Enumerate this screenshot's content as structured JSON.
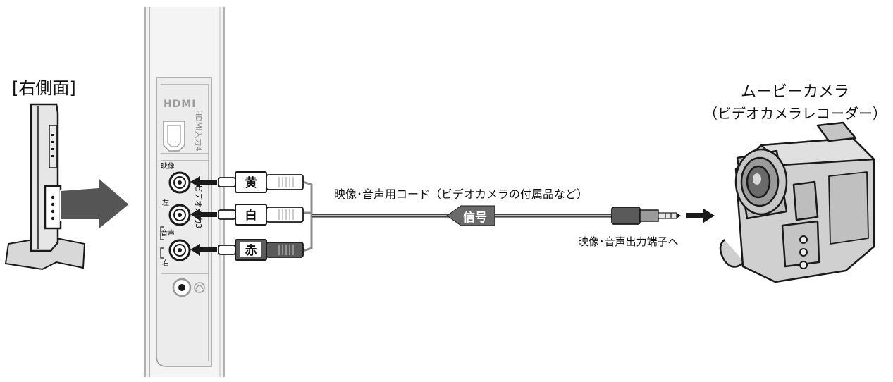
{
  "side_label": "[右側面]",
  "camera": {
    "title": "ムービーカメラ",
    "subtitle": "（ビデオカメラレコーダー）"
  },
  "panel": {
    "hdmi_logo": "HDMI",
    "hdmi_input_label": "HDMI入力4",
    "av_input_label": "ビデオ入力3",
    "video_label": "映像",
    "audio_left_label": "左",
    "audio_label": "音声",
    "audio_right_label": "右"
  },
  "plugs": [
    {
      "label": "黄",
      "jack": "映像"
    },
    {
      "label": "白",
      "jack": "左"
    },
    {
      "label": "赤",
      "jack": "右"
    }
  ],
  "cable_label": "映像･音声用コード（ビデオカメラの付属品など）",
  "signal_label": "信号",
  "output_label": "映像･音声出力端子へ",
  "colors": {
    "line": "#1a1a1a",
    "panel_fill": "#f2f2f2",
    "device_fill": "#d0d0d0",
    "arrow_fill": "#555555",
    "cable_gray": "#8c8c8c"
  }
}
